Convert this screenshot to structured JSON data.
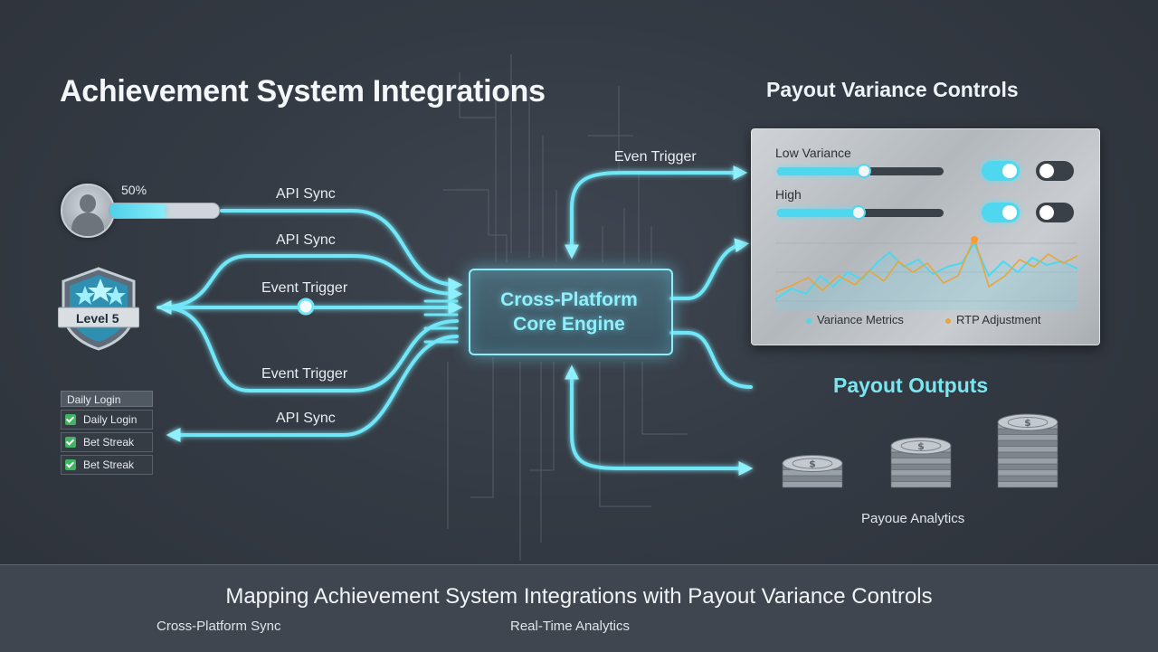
{
  "title": "Achievement System Integrations",
  "progress": {
    "label": "50%",
    "fraction": 0.5
  },
  "badge": {
    "label": "Level 5"
  },
  "checklist": {
    "header": "Daily Login",
    "items": [
      "Daily Login",
      "Bet Streak",
      "Bet Streak"
    ]
  },
  "edges": {
    "api_sync_1": "API Sync",
    "api_sync_2": "API Sync",
    "event_trigger_1": "Event Trigger",
    "event_trigger_2": "Event Trigger",
    "api_sync_3": "API Sync",
    "even_trigger": "Even Trigger"
  },
  "engine": {
    "line1": "Cross-Platform",
    "line2": "Core Engine"
  },
  "payout_controls": {
    "title": "Payout Variance Controls",
    "low_label": "Low Variance",
    "high_label": "High",
    "low_slider": 0.52,
    "high_slider": 0.49,
    "toggles": [
      true,
      false,
      true,
      false
    ],
    "legend": [
      "Variance Metrics",
      "RTP Adjustment"
    ]
  },
  "payout_outputs": {
    "title": "Payout Outputs",
    "caption": "Payoue Analytics",
    "coin_icon": "dollar-coin-stack-icon"
  },
  "footer": {
    "title": "Mapping Achievement System Integrations with Payout Variance Controls",
    "left": "Cross-Platform Sync",
    "right": "Real-Time Analytics"
  },
  "colors": {
    "accent": "#6fe6f7",
    "orange": "#e8a53a",
    "background": "#363c45"
  }
}
